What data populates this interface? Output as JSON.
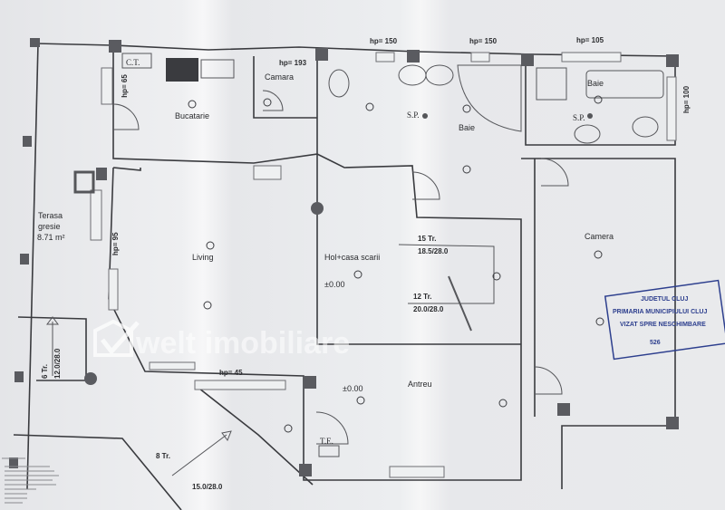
{
  "kitchen": {
    "ct_label": "C.T.",
    "hp_left": "hp= 65",
    "name": "Bucatarie"
  },
  "pantry": {
    "hp": "hp= 193",
    "name": "Camara"
  },
  "bath1": {
    "hp_window1": "hp= 150",
    "hp_window2": "hp= 150",
    "sp": "S.P.",
    "name": "Baie"
  },
  "bath2": {
    "hp_window": "hp= 105",
    "sp": "S.P.",
    "name": "Baie",
    "hp_right": "hp= 100"
  },
  "terrace": {
    "line1": "Terasa",
    "line2": "gresie",
    "area": "8.71 m²"
  },
  "living": {
    "hp_window": "hp= 95",
    "name": "Living",
    "hp_bottom": "hp= 45"
  },
  "hall": {
    "name": "Hol+casa scarii",
    "level": "±0.00"
  },
  "stairs": {
    "upper": {
      "steps": "15 Tr.",
      "dims": "18.5/28.0"
    },
    "lower": {
      "steps": "12 Tr.",
      "dims": "20.0/28.0"
    },
    "terrace": {
      "steps": "6 Tr.",
      "dims": "12.0/28.0"
    },
    "entry": {
      "steps": "8 Tr.",
      "dims": "15.0/28.0"
    }
  },
  "bedroom": {
    "name": "Camera"
  },
  "entrance": {
    "name": "Antreu",
    "level": "±0.00",
    "te_label": "T.E."
  },
  "stamp": {
    "line1": "JUDETUL CLUJ",
    "line2": "PRIMARIA MUNICIPIULUI CLUJ",
    "line3": "VIZAT SPRE NESCHIMBARE",
    "number": "526",
    "color": "#2d3f8e"
  },
  "watermark": {
    "text": "welt imobiliare"
  }
}
